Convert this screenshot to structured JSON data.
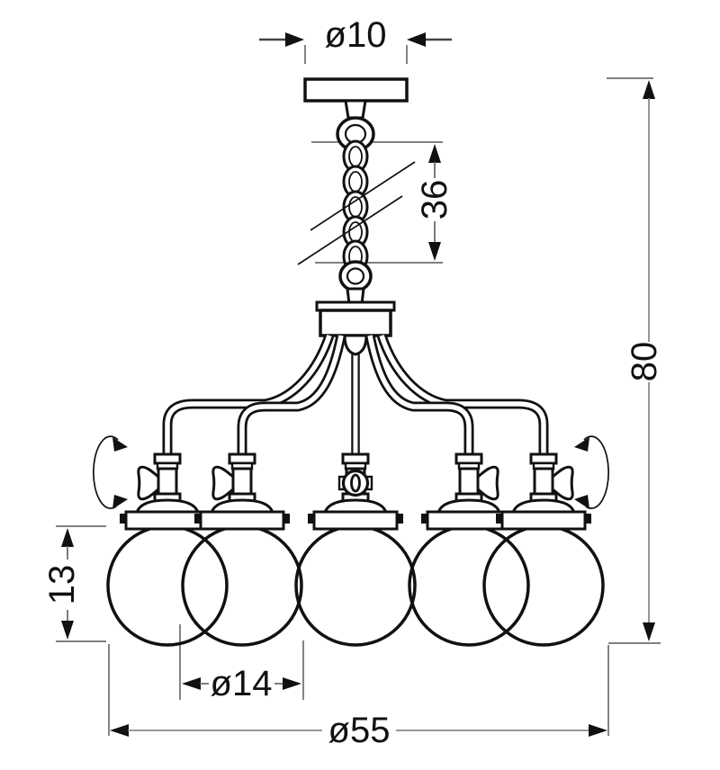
{
  "diagram": {
    "title": "pendant-lamp-dimension-drawing",
    "lamp": {
      "globe_count": 5,
      "rotation_indicator_count": 2
    },
    "dimensions": {
      "canopy_diameter": {
        "label": "ø10"
      },
      "chain_length": {
        "label": "36"
      },
      "overall_height": {
        "label": "80"
      },
      "shade_height": {
        "label": "13"
      },
      "shade_diameter": {
        "label": "ø14"
      },
      "overall_diameter": {
        "label": "ø55"
      }
    },
    "colors": {
      "line_art": "#111111",
      "dimension_lines": "#6e6e6e",
      "background": "#ffffff"
    }
  }
}
